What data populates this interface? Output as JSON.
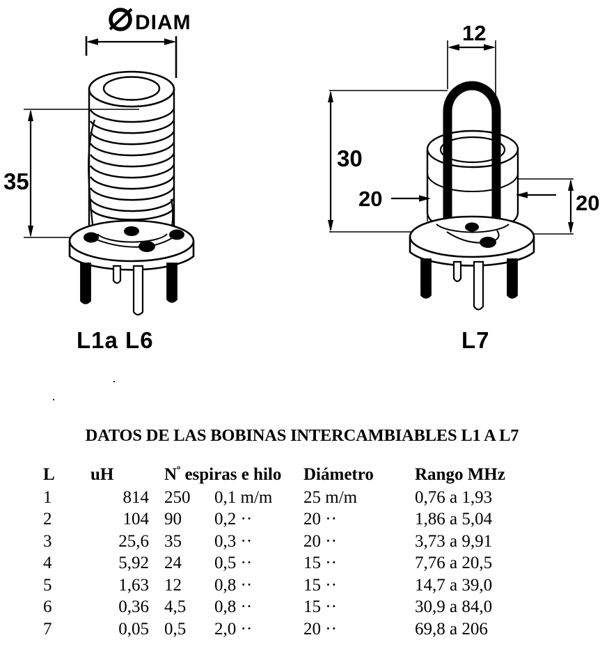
{
  "figures": {
    "left": {
      "caption": "L1a L6",
      "diameter_symbol": "Ø",
      "diameter_label": "DIAM",
      "height_dim": "35"
    },
    "right": {
      "caption": "L7",
      "width_dim": "12",
      "height_dim": "30",
      "left_dim": "20",
      "right_dim": "20"
    }
  },
  "table": {
    "title": "DATOS DE LAS BOBINAS INTERCAMBIABLES L1 A L7",
    "headers": {
      "l": "L",
      "uh": "uH",
      "turns_wire": "espiras e hilo",
      "turns_wire_prefix": "N",
      "turns_wire_sup": "º",
      "diameter": "Diámetro",
      "range": "Rango MHz"
    },
    "rows": [
      {
        "l": "1",
        "uh": "814",
        "turns": "250",
        "wire": "0,1 m/m",
        "diameter": "25 m/m",
        "range": "0,76 a 1,93"
      },
      {
        "l": "2",
        "uh": "104",
        "turns": "90",
        "wire": "0,2  ··",
        "diameter": "20  ··",
        "range": "1,86 a 5,04"
      },
      {
        "l": "3",
        "uh": "25,6",
        "turns": "35",
        "wire": "0,3  ··",
        "diameter": "20  ··",
        "range": "3,73 a 9,91"
      },
      {
        "l": "4",
        "uh": "5,92",
        "turns": "24",
        "wire": "0,5  ··",
        "diameter": "15  ··",
        "range": "7,76 a 20,5"
      },
      {
        "l": "5",
        "uh": "1,63",
        "turns": "12",
        "wire": "0,8  ··",
        "diameter": "15  ··",
        "range": "14,7 a 39,0"
      },
      {
        "l": "6",
        "uh": "0,36",
        "turns": "4,5",
        "wire": "0,8  ··",
        "diameter": "15  ··",
        "range": "30,9 a 84,0"
      },
      {
        "l": "7",
        "uh": "0,05",
        "turns": "0,5",
        "wire": "2,0  ··",
        "diameter": "20  ··",
        "range": "69,8 a 206"
      }
    ]
  },
  "colors": {
    "ink": "#000000",
    "paper": "#ffffff"
  }
}
